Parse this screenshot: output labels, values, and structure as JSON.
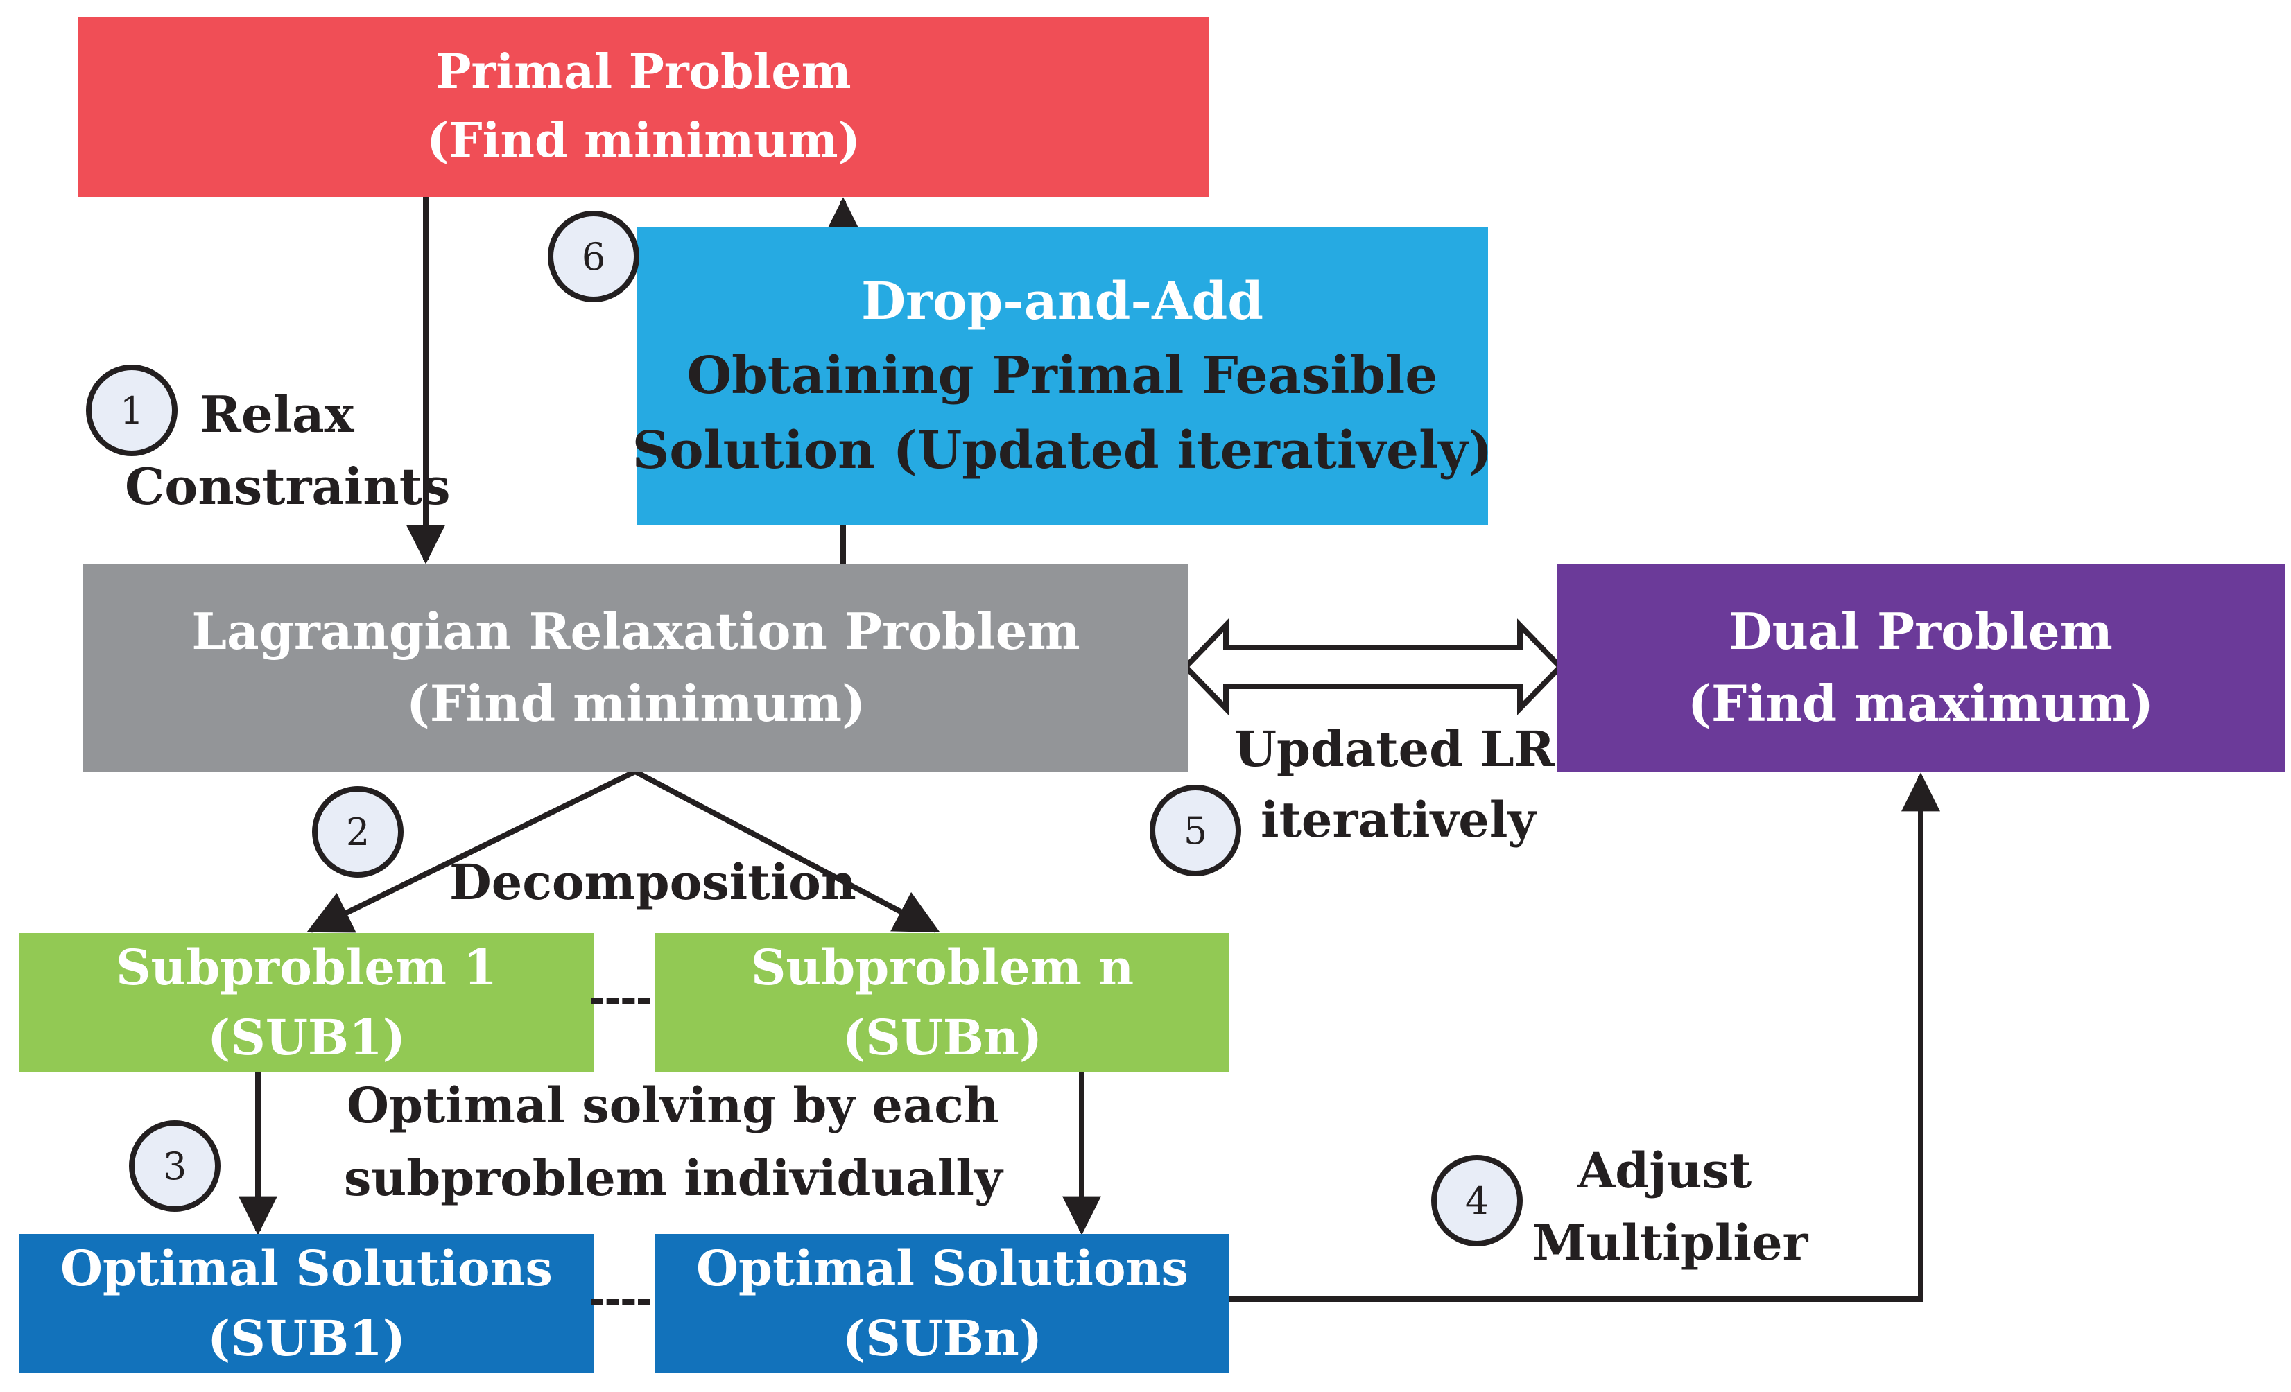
{
  "boxes": {
    "primal": {
      "line1": "Primal Problem",
      "line2": "(Find minimum)",
      "color": "#f04e56"
    },
    "drop_add": {
      "line1": "Drop-and-Add",
      "line2": "Obtaining Primal Feasible",
      "line3": "Solution (Updated iteratively)",
      "color": "#26aae2"
    },
    "lagrangian": {
      "line1": "Lagrangian Relaxation Problem",
      "line2": "(Find minimum)",
      "color": "#939598"
    },
    "dual": {
      "line1": "Dual Problem",
      "line2": "(Find maximum)",
      "color": "#6b3a99"
    },
    "sub1": {
      "line1": "Subproblem 1",
      "line2": "(SUB1)",
      "color": "#92c954"
    },
    "subn": {
      "line1": "Subproblem n",
      "line2": "(SUBn)",
      "color": "#92c954"
    },
    "opt1": {
      "line1": "Optimal Solutions",
      "line2": "(SUB1)",
      "color": "#1272bb"
    },
    "optn": {
      "line1": "Optimal Solutions",
      "line2": "(SUBn)",
      "color": "#1272bb"
    }
  },
  "labels": {
    "relax": "Relax",
    "constraints": "Constraints",
    "decomposition": "Decomposition",
    "optimal_line1": "Optimal solving by each",
    "optimal_line2": "subproblem individually",
    "updated_line1": "Updated LR",
    "updated_line2": "iteratively",
    "adjust": "Adjust",
    "multiplier": "Multiplier"
  },
  "steps": {
    "s1": "1",
    "s2": "2",
    "s3": "3",
    "s4": "4",
    "s5": "5",
    "s6": "6"
  },
  "line_color": "#231f20"
}
